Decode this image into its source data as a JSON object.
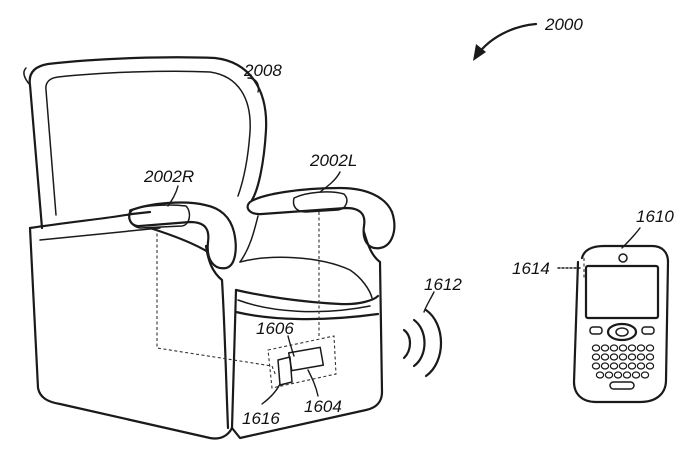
{
  "labels": {
    "system": "2000",
    "chair_back": "2008",
    "armrest_right": "2002R",
    "armrest_left": "2002L",
    "module": "1606",
    "controller": "1604",
    "transceiver": "1616",
    "wireless_signal": "1612",
    "handheld": "1610",
    "antenna": "1614"
  }
}
